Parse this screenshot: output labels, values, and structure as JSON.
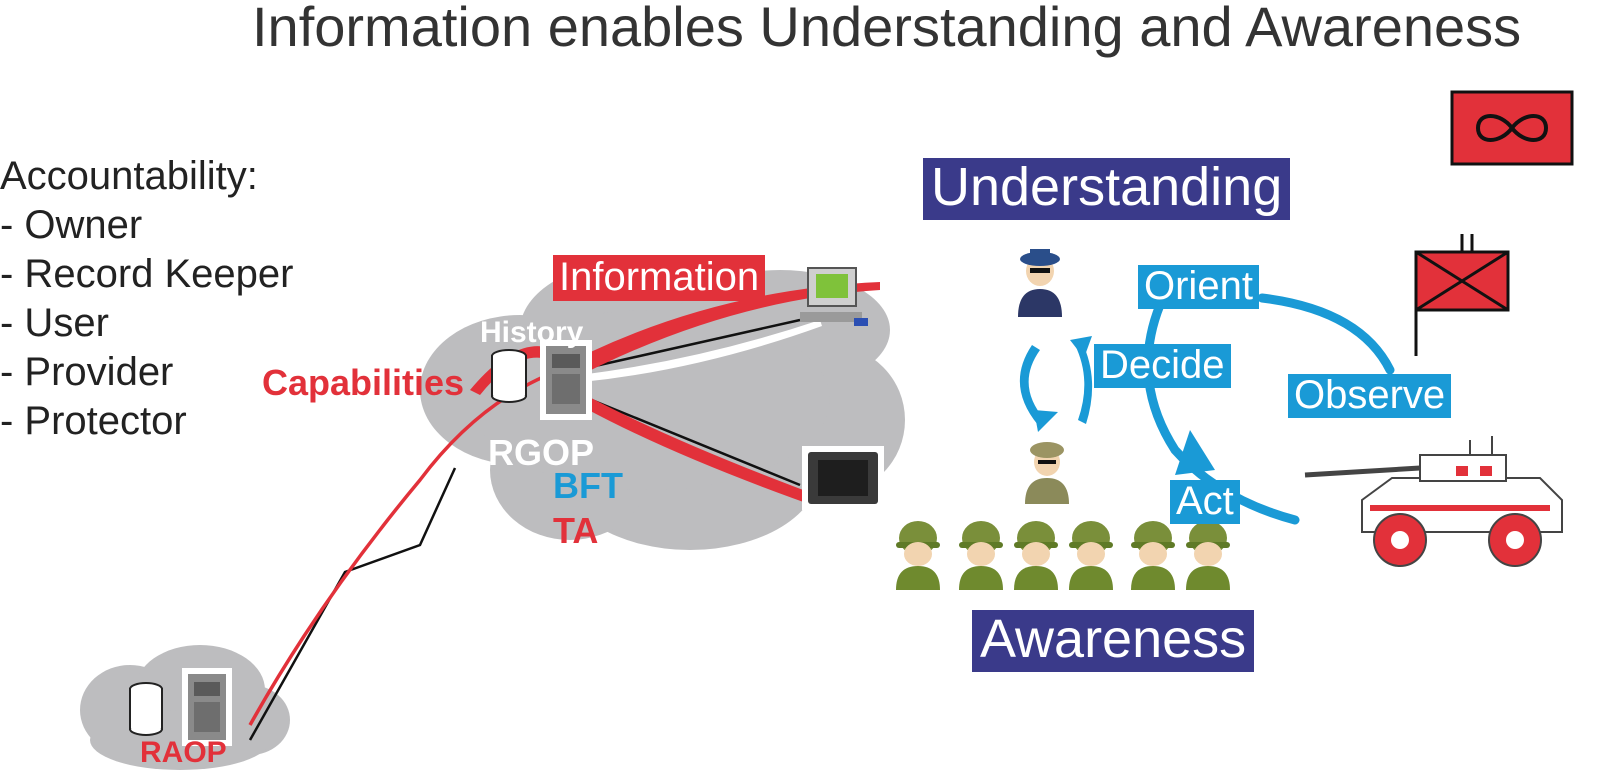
{
  "title": "Information enables Understanding and Awareness",
  "accountability": {
    "heading": "Accountability:",
    "items": [
      "- Owner",
      "- Record Keeper",
      "- User",
      "- Provider",
      "- Protector"
    ]
  },
  "labels": {
    "understanding": "Understanding",
    "awareness": "Awareness",
    "information": "Information",
    "history": "History",
    "capabilities": "Capabilities",
    "rgop": "RGOP",
    "bft": "BFT",
    "ta": "TA",
    "raop": "RAOP"
  },
  "ooda": {
    "orient": "Orient",
    "decide": "Decide",
    "observe": "Observe",
    "act": "Act"
  },
  "icons": [
    "infinity-symbol-icon",
    "flag-icon",
    "database-icon",
    "server-icon",
    "computer-icon",
    "tablet-icon",
    "officer-icon",
    "soldier-icon",
    "helmet-soldier-icon",
    "armored-vehicle-icon"
  ],
  "colors": {
    "title_text": "#333333",
    "navy_box": "#3a3a8a",
    "red": "#e2313a",
    "blue": "#1a9ad6",
    "cloud": "#bdbdbf",
    "soldier_green": "#6f8a2e"
  }
}
